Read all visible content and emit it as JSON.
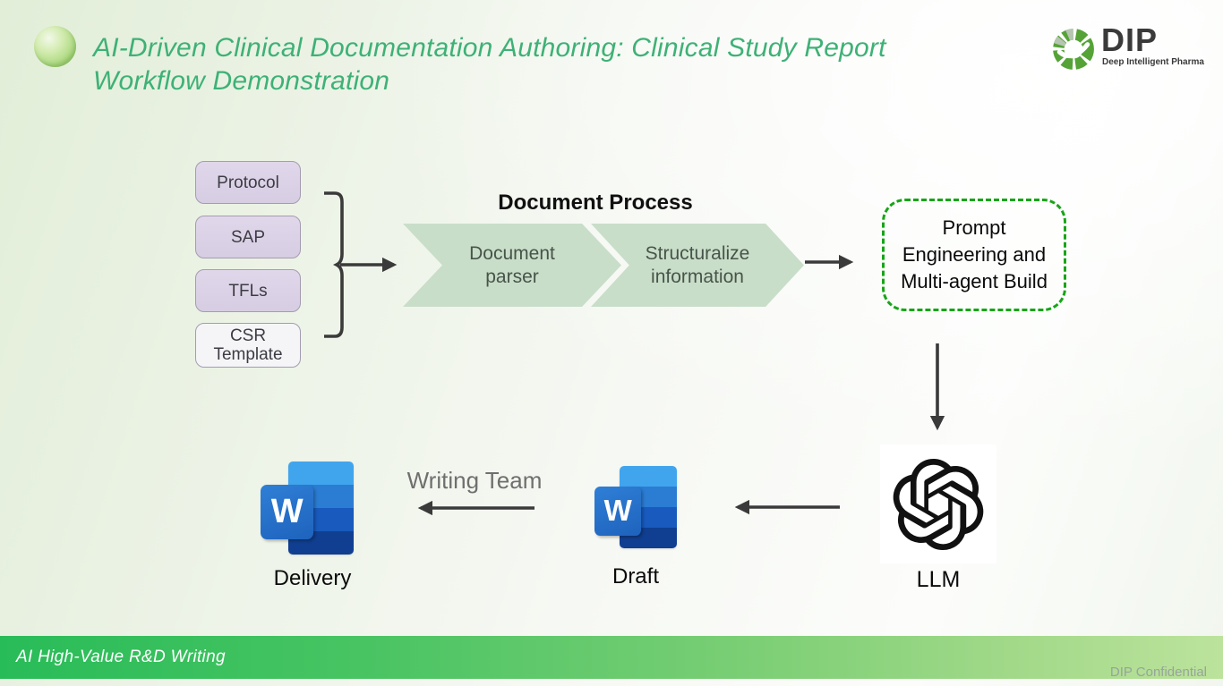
{
  "header": {
    "title_line1": "AI-Driven Clinical Documentation Authoring: Clinical Study Report",
    "title_line2": "Workflow Demonstration"
  },
  "logo": {
    "name": "DIP",
    "tagline": "Deep Intelligent Pharma"
  },
  "source_documents": {
    "items": [
      {
        "label": "Protocol"
      },
      {
        "label": "SAP"
      },
      {
        "label": "TFLs"
      },
      {
        "label": "CSR Template"
      }
    ]
  },
  "document_process": {
    "heading": "Document Process",
    "steps": [
      {
        "label": "Document parser"
      },
      {
        "label": "Structuralize information"
      }
    ]
  },
  "prompt_engineering": {
    "label": "Prompt Engineering and Multi-agent Build"
  },
  "llm": {
    "label": "LLM",
    "icon": "openai-logo"
  },
  "draft": {
    "label": "Draft",
    "icon": "word-icon"
  },
  "delivery": {
    "label": "Delivery",
    "icon": "word-icon"
  },
  "word_icon": {
    "letter": "W"
  },
  "writing_team_label": "Writing Team",
  "footer": {
    "left_text": "AI High-Value R&D Writing",
    "right_text": "DIP Confidential"
  },
  "colors": {
    "title_green": "#3eb176",
    "chevron_fill": "#c9dec9",
    "input_box_fill": "#d9cfe5",
    "dashed_border_green": "#17a517",
    "footer_gradient_start": "#28bc58",
    "footer_gradient_end": "#bce39c",
    "arrow_gray": "#3a3a3a",
    "word_blue": "#2368c4"
  }
}
